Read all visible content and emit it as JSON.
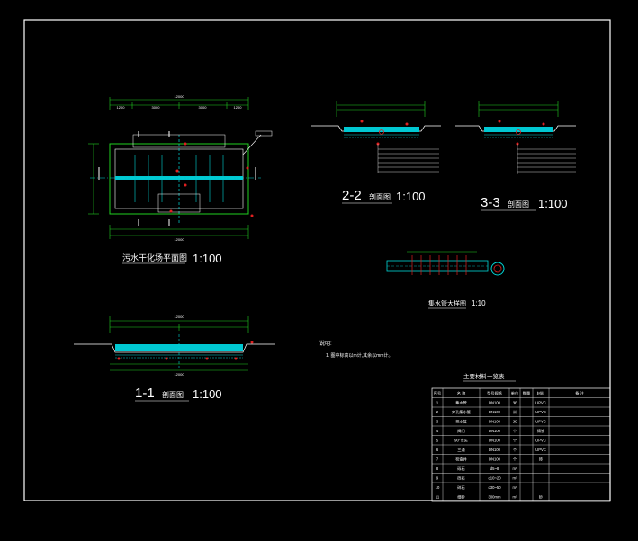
{
  "drawing": {
    "plan_title": "污水干化场平面图",
    "plan_scale": "1:100",
    "section_22_number": "2-2",
    "section_22_title": "剖面图",
    "section_22_scale": "1:100",
    "section_33_number": "3-3",
    "section_33_title": "剖面图",
    "section_33_scale": "1:100",
    "section_11_number": "1-1",
    "section_11_title": "剖面图",
    "section_11_scale": "1:100",
    "detail_title": "集水管大样图",
    "detail_scale": "1:10",
    "notes_heading": "说明:",
    "notes_line": "1. 图中标高以m计,其余以mm计。",
    "plan_dims": [
      "1200",
      "3000",
      "3000",
      "1200"
    ],
    "plan_total": "12000",
    "section_total": "12000"
  },
  "material_table": {
    "title": "主要材料一览表",
    "headers": [
      "序号",
      "名 称",
      "型号规格",
      "单位",
      "数量",
      "材料",
      "备 注"
    ],
    "rows": [
      {
        "no": "1",
        "name": "集水管",
        "spec": "DN100",
        "unit": "米",
        "mat": "UPVC"
      },
      {
        "no": "2",
        "name": "穿孔集水管",
        "spec": "DN100",
        "unit": "米",
        "mat": "UPVC"
      },
      {
        "no": "3",
        "name": "排水管",
        "spec": "DN100",
        "unit": "米",
        "mat": "UPVC"
      },
      {
        "no": "4",
        "name": "阀门",
        "spec": "DN100",
        "unit": "个",
        "mat": "铸铁"
      },
      {
        "no": "5",
        "name": "90°弯头",
        "spec": "DN100",
        "unit": "个",
        "mat": "UPVC"
      },
      {
        "no": "6",
        "name": "三通",
        "spec": "DN100",
        "unit": "个",
        "mat": "UPVC"
      },
      {
        "no": "7",
        "name": "检查井",
        "spec": "DN100",
        "unit": "个",
        "mat": "砖"
      },
      {
        "no": "8",
        "name": "砾石",
        "spec": "d5~8",
        "unit": "m³",
        "mat": ""
      },
      {
        "no": "9",
        "name": "砾石",
        "spec": "d10~20",
        "unit": "m³",
        "mat": ""
      },
      {
        "no": "10",
        "name": "碎石",
        "spec": "d30~50",
        "unit": "m³",
        "mat": ""
      },
      {
        "no": "11",
        "name": "细砂",
        "spec": "300mm",
        "unit": "m³",
        "mat": "砂"
      }
    ]
  }
}
